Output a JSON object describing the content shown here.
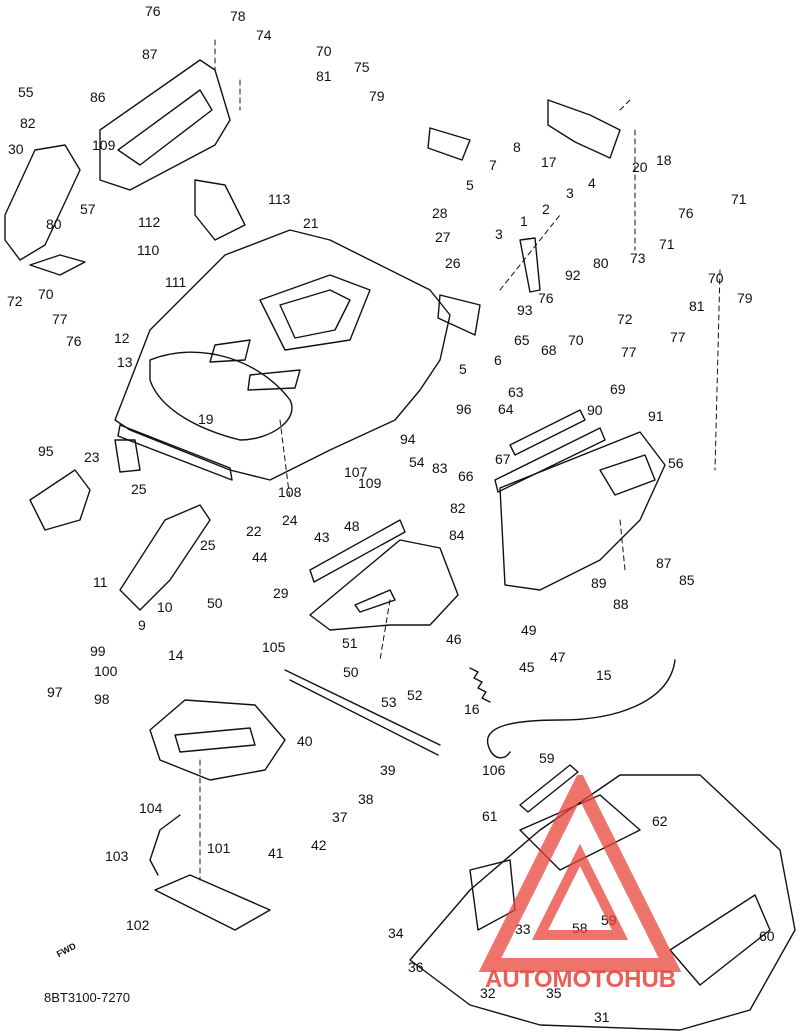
{
  "diagram": {
    "document_code": "8BT3100-7270",
    "direction_arrow": {
      "label": "FWD",
      "icon": "fwd-arrow-icon"
    },
    "watermark": {
      "text": "AUTOMOTOHUB",
      "icon": "triangle-logo-icon",
      "color": "#e8443a"
    },
    "line_color": "#111111",
    "callouts": [
      {
        "id": "c1",
        "label": "76"
      },
      {
        "id": "c2",
        "label": "78"
      },
      {
        "id": "c3",
        "label": "74"
      },
      {
        "id": "c4",
        "label": "70"
      },
      {
        "id": "c5",
        "label": "81"
      },
      {
        "id": "c6",
        "label": "87"
      },
      {
        "id": "c7",
        "label": "75"
      },
      {
        "id": "c8",
        "label": "79"
      },
      {
        "id": "c9",
        "label": "55"
      },
      {
        "id": "c10",
        "label": "86"
      },
      {
        "id": "c11",
        "label": "82"
      },
      {
        "id": "c12",
        "label": "109"
      },
      {
        "id": "c13",
        "label": "30"
      },
      {
        "id": "c14",
        "label": "57"
      },
      {
        "id": "c15",
        "label": "8"
      },
      {
        "id": "c16",
        "label": "7"
      },
      {
        "id": "c17",
        "label": "5"
      },
      {
        "id": "c18",
        "label": "17"
      },
      {
        "id": "c19",
        "label": "20"
      },
      {
        "id": "c20",
        "label": "18"
      },
      {
        "id": "c21",
        "label": "113"
      },
      {
        "id": "c22",
        "label": "112"
      },
      {
        "id": "c23",
        "label": "110"
      },
      {
        "id": "c24",
        "label": "111"
      },
      {
        "id": "c25",
        "label": "80"
      },
      {
        "id": "c26",
        "label": "72"
      },
      {
        "id": "c27",
        "label": "70"
      },
      {
        "id": "c28",
        "label": "77"
      },
      {
        "id": "c29",
        "label": "76"
      },
      {
        "id": "c30",
        "label": "21"
      },
      {
        "id": "c31",
        "label": "28"
      },
      {
        "id": "c32",
        "label": "27"
      },
      {
        "id": "c33",
        "label": "26"
      },
      {
        "id": "c34",
        "label": "3"
      },
      {
        "id": "c35",
        "label": "1"
      },
      {
        "id": "c36",
        "label": "2"
      },
      {
        "id": "c37",
        "label": "3"
      },
      {
        "id": "c38",
        "label": "4"
      },
      {
        "id": "c39",
        "label": "76"
      },
      {
        "id": "c40",
        "label": "71"
      },
      {
        "id": "c41",
        "label": "71"
      },
      {
        "id": "c42",
        "label": "70"
      },
      {
        "id": "c43",
        "label": "79"
      },
      {
        "id": "c44",
        "label": "73"
      },
      {
        "id": "c45",
        "label": "81"
      },
      {
        "id": "c46",
        "label": "92"
      },
      {
        "id": "c47",
        "label": "80"
      },
      {
        "id": "c48",
        "label": "93"
      },
      {
        "id": "c49",
        "label": "76"
      },
      {
        "id": "c50",
        "label": "72"
      },
      {
        "id": "c51",
        "label": "77"
      },
      {
        "id": "c52",
        "label": "70"
      },
      {
        "id": "c53",
        "label": "77"
      },
      {
        "id": "c54",
        "label": "12"
      },
      {
        "id": "c55",
        "label": "13"
      },
      {
        "id": "c56",
        "label": "6"
      },
      {
        "id": "c57",
        "label": "5"
      },
      {
        "id": "c58",
        "label": "65"
      },
      {
        "id": "c59",
        "label": "68"
      },
      {
        "id": "c60",
        "label": "69"
      },
      {
        "id": "c61",
        "label": "63"
      },
      {
        "id": "c62",
        "label": "64"
      },
      {
        "id": "c63",
        "label": "90"
      },
      {
        "id": "c64",
        "label": "91"
      },
      {
        "id": "c65",
        "label": "19"
      },
      {
        "id": "c66",
        "label": "96"
      },
      {
        "id": "c67",
        "label": "94"
      },
      {
        "id": "c68",
        "label": "95"
      },
      {
        "id": "c69",
        "label": "23"
      },
      {
        "id": "c70",
        "label": "66"
      },
      {
        "id": "c71",
        "label": "67"
      },
      {
        "id": "c72",
        "label": "56"
      },
      {
        "id": "c73",
        "label": "54"
      },
      {
        "id": "c74",
        "label": "83"
      },
      {
        "id": "c75",
        "label": "107"
      },
      {
        "id": "c76",
        "label": "109"
      },
      {
        "id": "c77",
        "label": "25"
      },
      {
        "id": "c78",
        "label": "108"
      },
      {
        "id": "c79",
        "label": "82"
      },
      {
        "id": "c80",
        "label": "24"
      },
      {
        "id": "c81",
        "label": "22"
      },
      {
        "id": "c82",
        "label": "48"
      },
      {
        "id": "c83",
        "label": "84"
      },
      {
        "id": "c84",
        "label": "25"
      },
      {
        "id": "c85",
        "label": "43"
      },
      {
        "id": "c86",
        "label": "44"
      },
      {
        "id": "c87",
        "label": "87"
      },
      {
        "id": "c88",
        "label": "85"
      },
      {
        "id": "c89",
        "label": "11"
      },
      {
        "id": "c90",
        "label": "89"
      },
      {
        "id": "c91",
        "label": "88"
      },
      {
        "id": "c92",
        "label": "29"
      },
      {
        "id": "c93",
        "label": "10"
      },
      {
        "id": "c94",
        "label": "50"
      },
      {
        "id": "c95",
        "label": "9"
      },
      {
        "id": "c96",
        "label": "49"
      },
      {
        "id": "c97",
        "label": "46"
      },
      {
        "id": "c98",
        "label": "47"
      },
      {
        "id": "c99",
        "label": "14"
      },
      {
        "id": "c100",
        "label": "51"
      },
      {
        "id": "c101",
        "label": "45"
      },
      {
        "id": "c102",
        "label": "99"
      },
      {
        "id": "c103",
        "label": "105"
      },
      {
        "id": "c104",
        "label": "100"
      },
      {
        "id": "c105",
        "label": "50"
      },
      {
        "id": "c106",
        "label": "15"
      },
      {
        "id": "c107",
        "label": "97"
      },
      {
        "id": "c108",
        "label": "98"
      },
      {
        "id": "c109",
        "label": "53"
      },
      {
        "id": "c110",
        "label": "52"
      },
      {
        "id": "c111",
        "label": "16"
      },
      {
        "id": "c112",
        "label": "40"
      },
      {
        "id": "c113",
        "label": "39"
      },
      {
        "id": "c114",
        "label": "106"
      },
      {
        "id": "c115",
        "label": "59"
      },
      {
        "id": "c116",
        "label": "104"
      },
      {
        "id": "c117",
        "label": "38"
      },
      {
        "id": "c118",
        "label": "61"
      },
      {
        "id": "c119",
        "label": "37"
      },
      {
        "id": "c120",
        "label": "62"
      },
      {
        "id": "c121",
        "label": "41"
      },
      {
        "id": "c122",
        "label": "42"
      },
      {
        "id": "c123",
        "label": "101"
      },
      {
        "id": "c124",
        "label": "103"
      },
      {
        "id": "c125",
        "label": "102"
      },
      {
        "id": "c126",
        "label": "59"
      },
      {
        "id": "c127",
        "label": "58"
      },
      {
        "id": "c128",
        "label": "60"
      },
      {
        "id": "c129",
        "label": "34"
      },
      {
        "id": "c130",
        "label": "33"
      },
      {
        "id": "c131",
        "label": "36"
      },
      {
        "id": "c132",
        "label": "32"
      },
      {
        "id": "c133",
        "label": "35"
      },
      {
        "id": "c134",
        "label": "31"
      }
    ]
  }
}
